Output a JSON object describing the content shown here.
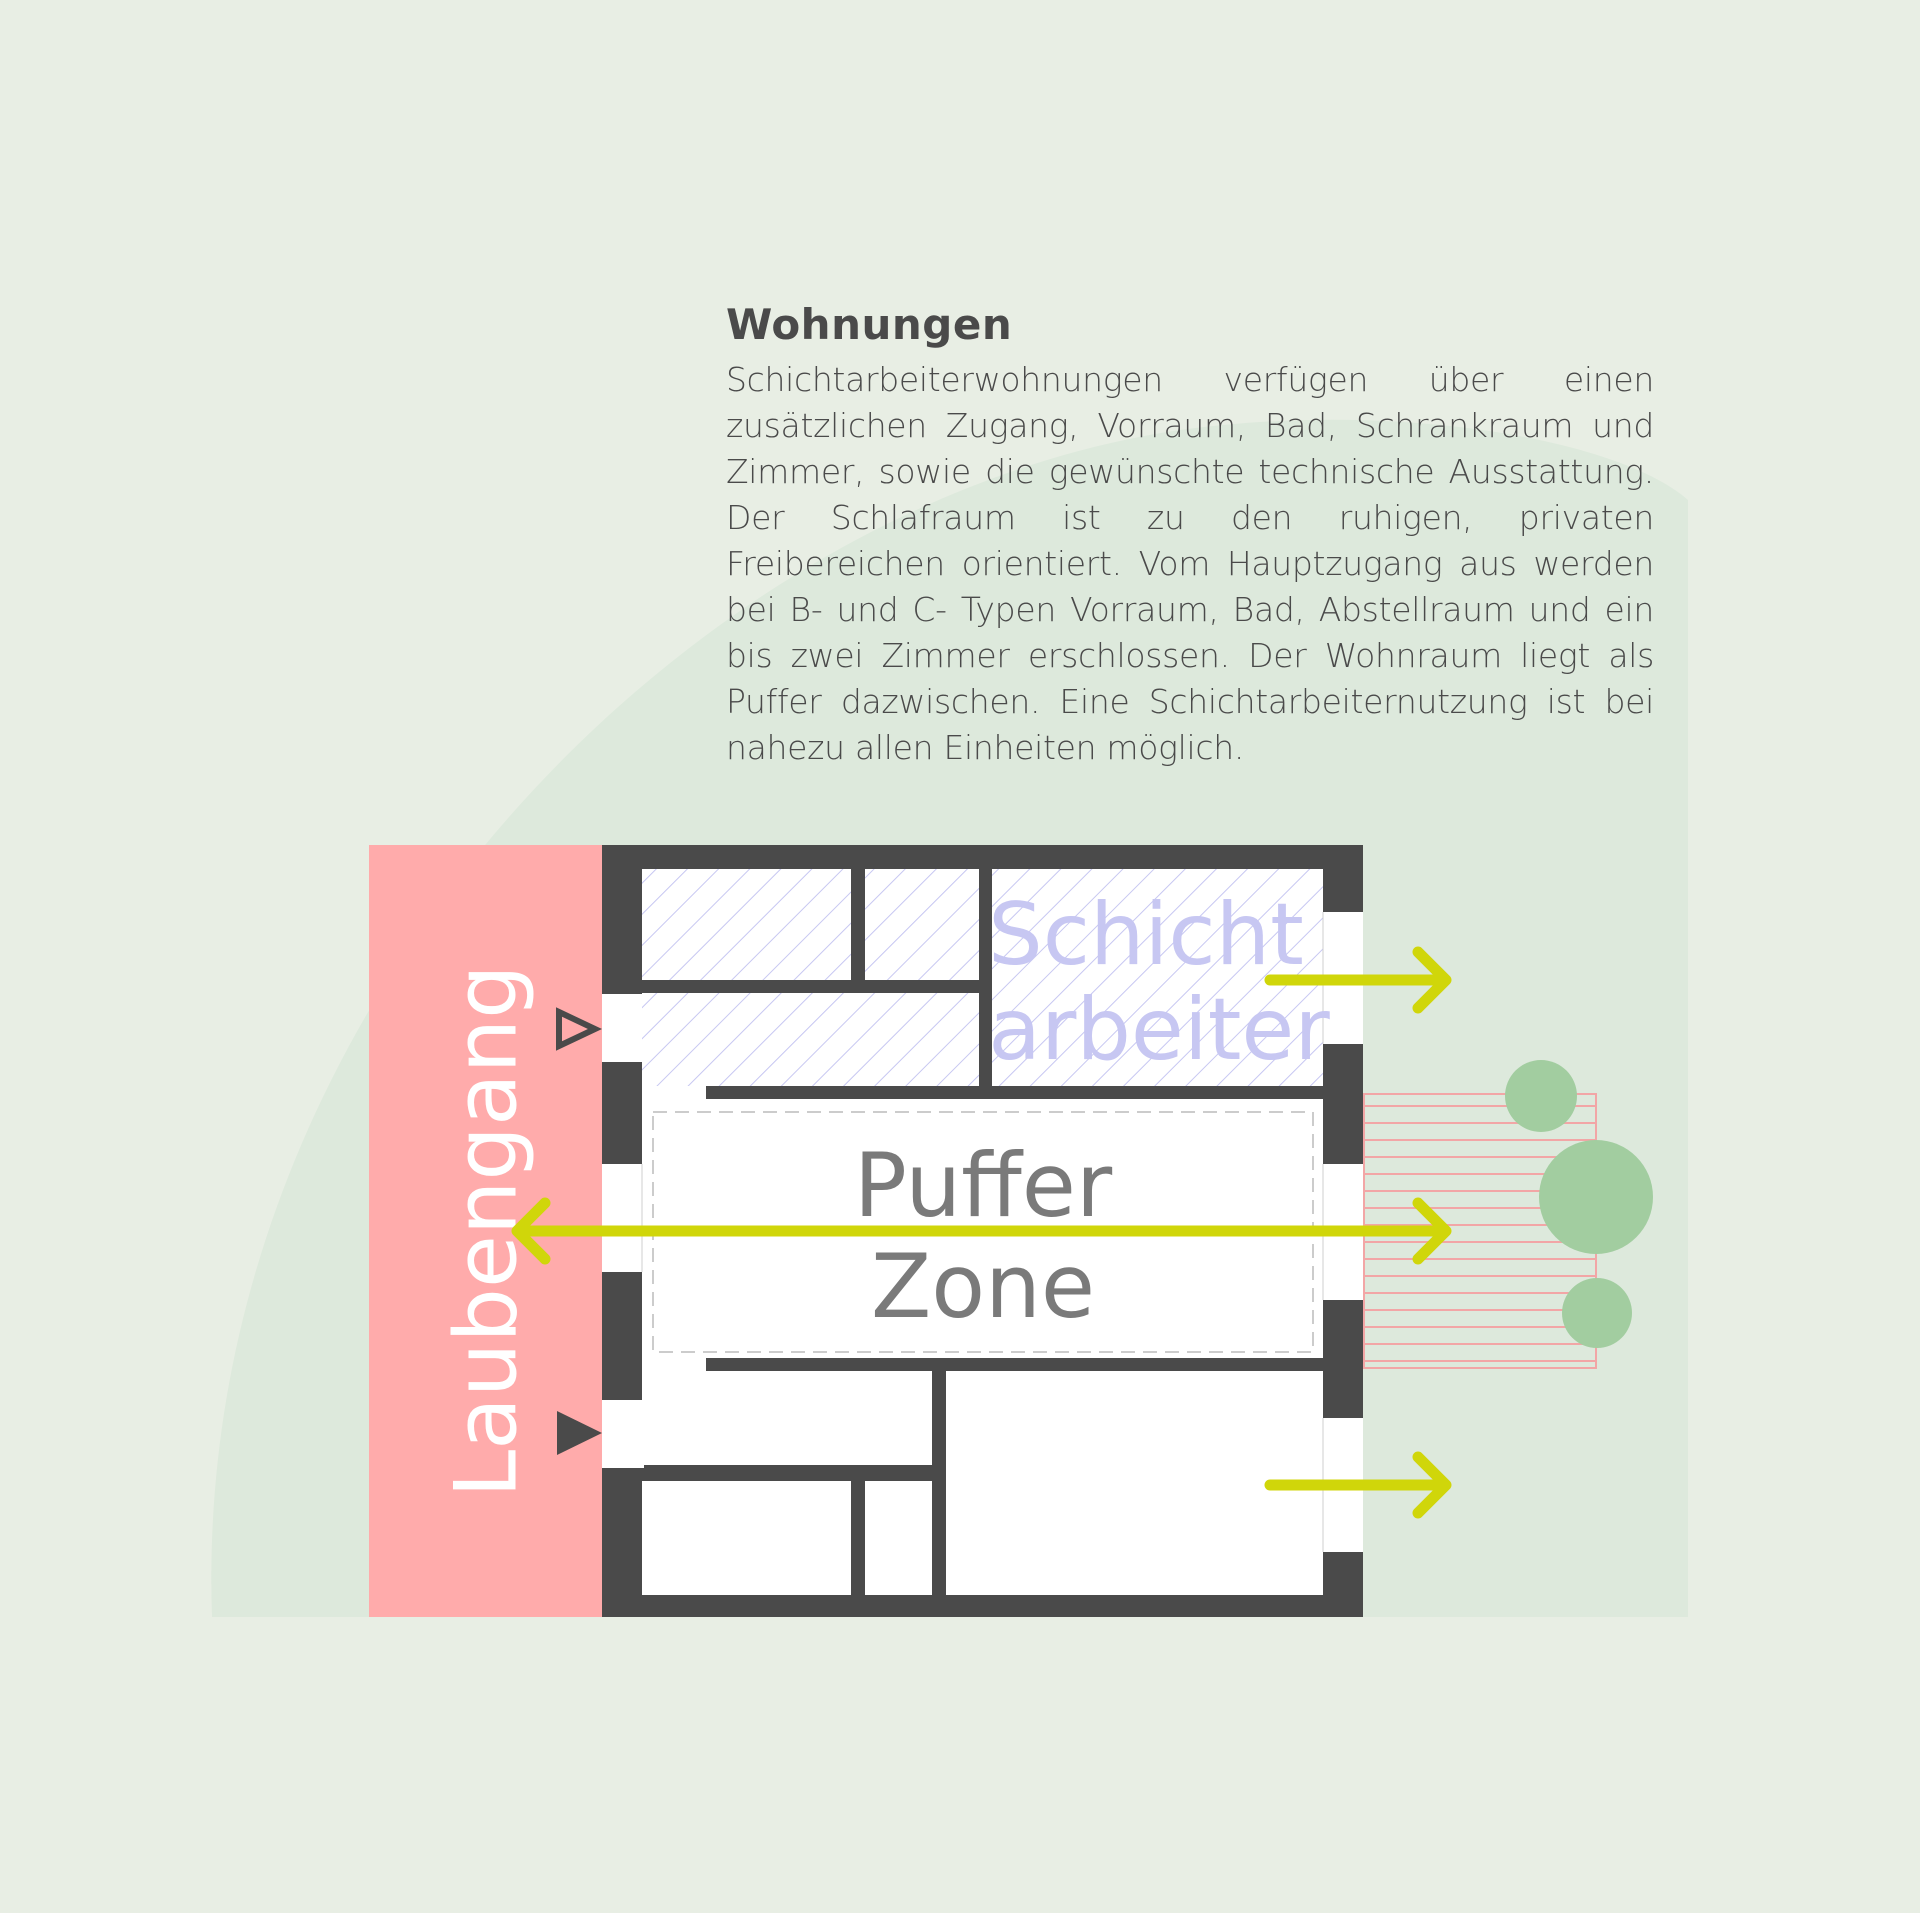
{
  "heading": "Wohnungen",
  "body": "Schichtarbeiterwohnungen verfügen über einen zusätzlichen Zugang, Vorraum, Bad, Schrankraum und Zimmer, sowie die gewünschte technische Ausstattung. Der Schlafraum ist zu den ruhigen, privaten Freibereichen orientiert. Vom Hauptzugang aus werden bei B- und C- Typen Vorraum, Bad, Abstellraum und ein bis zwei Zimmer erschlossen. Der Wohnraum liegt als Puffer dazwischen. Eine Schichtarbeiternutzung ist bei nahezu allen Einheiten möglich.",
  "diagram": {
    "corridor_label": "Laubengang",
    "shift_label_line1": "Schicht",
    "shift_label_line2": "arbeiter",
    "buffer_label_line1": "Puffer",
    "buffer_label_line2": "Zone"
  },
  "colors": {
    "background": "#e8eee4",
    "arc": "#dde9dc",
    "corridor": "#ffabab",
    "wall": "#4a4a4a",
    "hatch": "#c7c7f2",
    "shift_text": "#c7c7f2",
    "arrow": "#d0d60a",
    "terrace_lines": "#f2a6a6",
    "trees": "#a2cda0",
    "buffer_text": "#7a7a7a"
  }
}
